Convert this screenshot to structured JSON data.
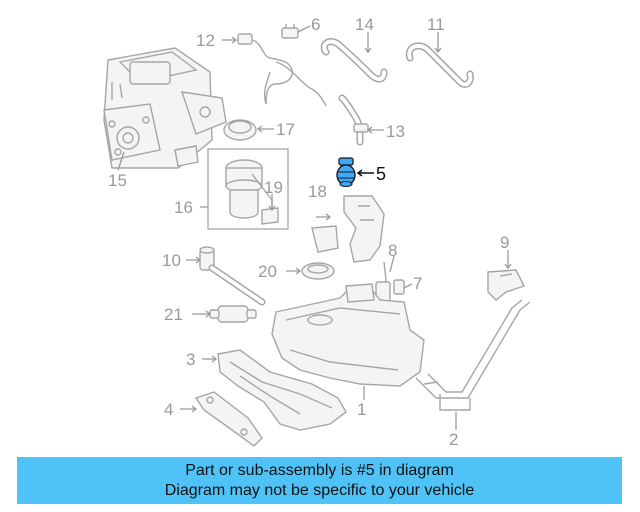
{
  "diagram": {
    "labels": [
      {
        "id": "1",
        "text": "1"
      },
      {
        "id": "2",
        "text": "2"
      },
      {
        "id": "3",
        "text": "3"
      },
      {
        "id": "4",
        "text": "4"
      },
      {
        "id": "5",
        "text": "5"
      },
      {
        "id": "6",
        "text": "6"
      },
      {
        "id": "7",
        "text": "7"
      },
      {
        "id": "8",
        "text": "8"
      },
      {
        "id": "9",
        "text": "9"
      },
      {
        "id": "10",
        "text": "10"
      },
      {
        "id": "11",
        "text": "11"
      },
      {
        "id": "12",
        "text": "12"
      },
      {
        "id": "13",
        "text": "13"
      },
      {
        "id": "14",
        "text": "14"
      },
      {
        "id": "15",
        "text": "15"
      },
      {
        "id": "16",
        "text": "16"
      },
      {
        "id": "17",
        "text": "17"
      },
      {
        "id": "18",
        "text": "18"
      },
      {
        "id": "19",
        "text": "19"
      },
      {
        "id": "20",
        "text": "20"
      },
      {
        "id": "21",
        "text": "21"
      }
    ],
    "highlighted_part": "5",
    "highlight_color": "#3fa9f5"
  },
  "banner": {
    "line1": "Part or sub-assembly is #5 in diagram",
    "line2": "Diagram may not be specific to your vehicle",
    "background": "#4fc3f7"
  }
}
